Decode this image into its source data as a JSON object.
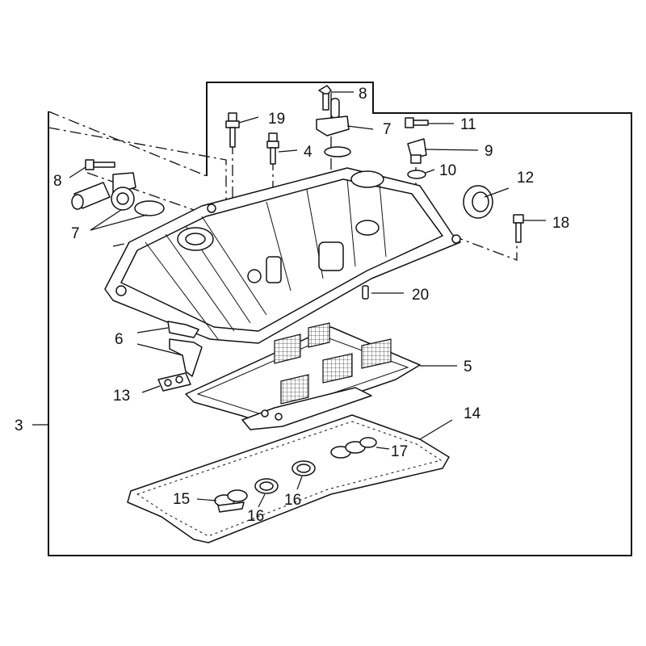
{
  "diagram": {
    "callouts": {
      "c3": "3",
      "c4": "4",
      "c5": "5",
      "c6": "6",
      "c7a": "7",
      "c7b": "7",
      "c8a": "8",
      "c8b": "8",
      "c9": "9",
      "c10": "10",
      "c11": "11",
      "c12": "12",
      "c13": "13",
      "c14": "14",
      "c15": "15",
      "c16a": "16",
      "c16b": "16",
      "c17": "17",
      "c18": "18",
      "c19": "19",
      "c20": "20"
    }
  }
}
